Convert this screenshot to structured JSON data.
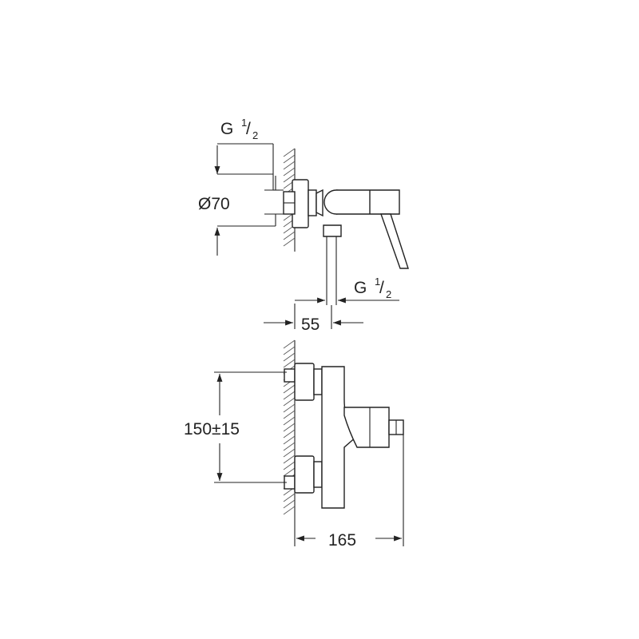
{
  "drawing": {
    "top_view": {
      "thread_inlet": {
        "prefix": "G",
        "num": "1",
        "slash": "/",
        "den": "2"
      },
      "flange_diameter": "Ø70",
      "thread_outlet": {
        "prefix": "G",
        "num": "1",
        "slash": "/",
        "den": "2"
      },
      "projection": "55"
    },
    "front_view": {
      "center_distance": "150±15",
      "total_depth": "165"
    }
  }
}
